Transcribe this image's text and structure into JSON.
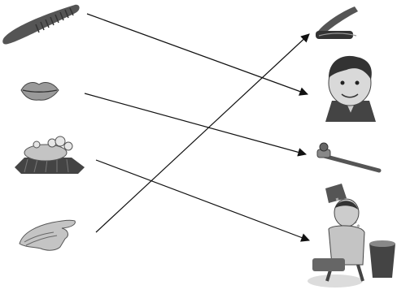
{
  "worksheet": {
    "left_items": [
      {
        "id": "comb",
        "icon": "comb-icon"
      },
      {
        "id": "lips",
        "icon": "lips-icon"
      },
      {
        "id": "soap",
        "icon": "soap-dish-icon"
      },
      {
        "id": "hand",
        "icon": "hand-icon"
      }
    ],
    "right_items": [
      {
        "id": "nail-clipper",
        "icon": "nail-clipper-icon"
      },
      {
        "id": "boy-hair",
        "icon": "boy-portrait-icon"
      },
      {
        "id": "toothbrush",
        "icon": "toothbrush-icon"
      },
      {
        "id": "bathing",
        "icon": "bathing-child-icon"
      }
    ],
    "matches": [
      {
        "from": "comb",
        "to": "boy-hair"
      },
      {
        "from": "lips",
        "to": "toothbrush"
      },
      {
        "from": "soap",
        "to": "bathing"
      },
      {
        "from": "hand",
        "to": "nail-clipper"
      }
    ],
    "colors": {
      "line": "#111111",
      "ink": "#3a3a3a",
      "fill": "#b8b8b8",
      "light": "#dcdcdc"
    }
  }
}
